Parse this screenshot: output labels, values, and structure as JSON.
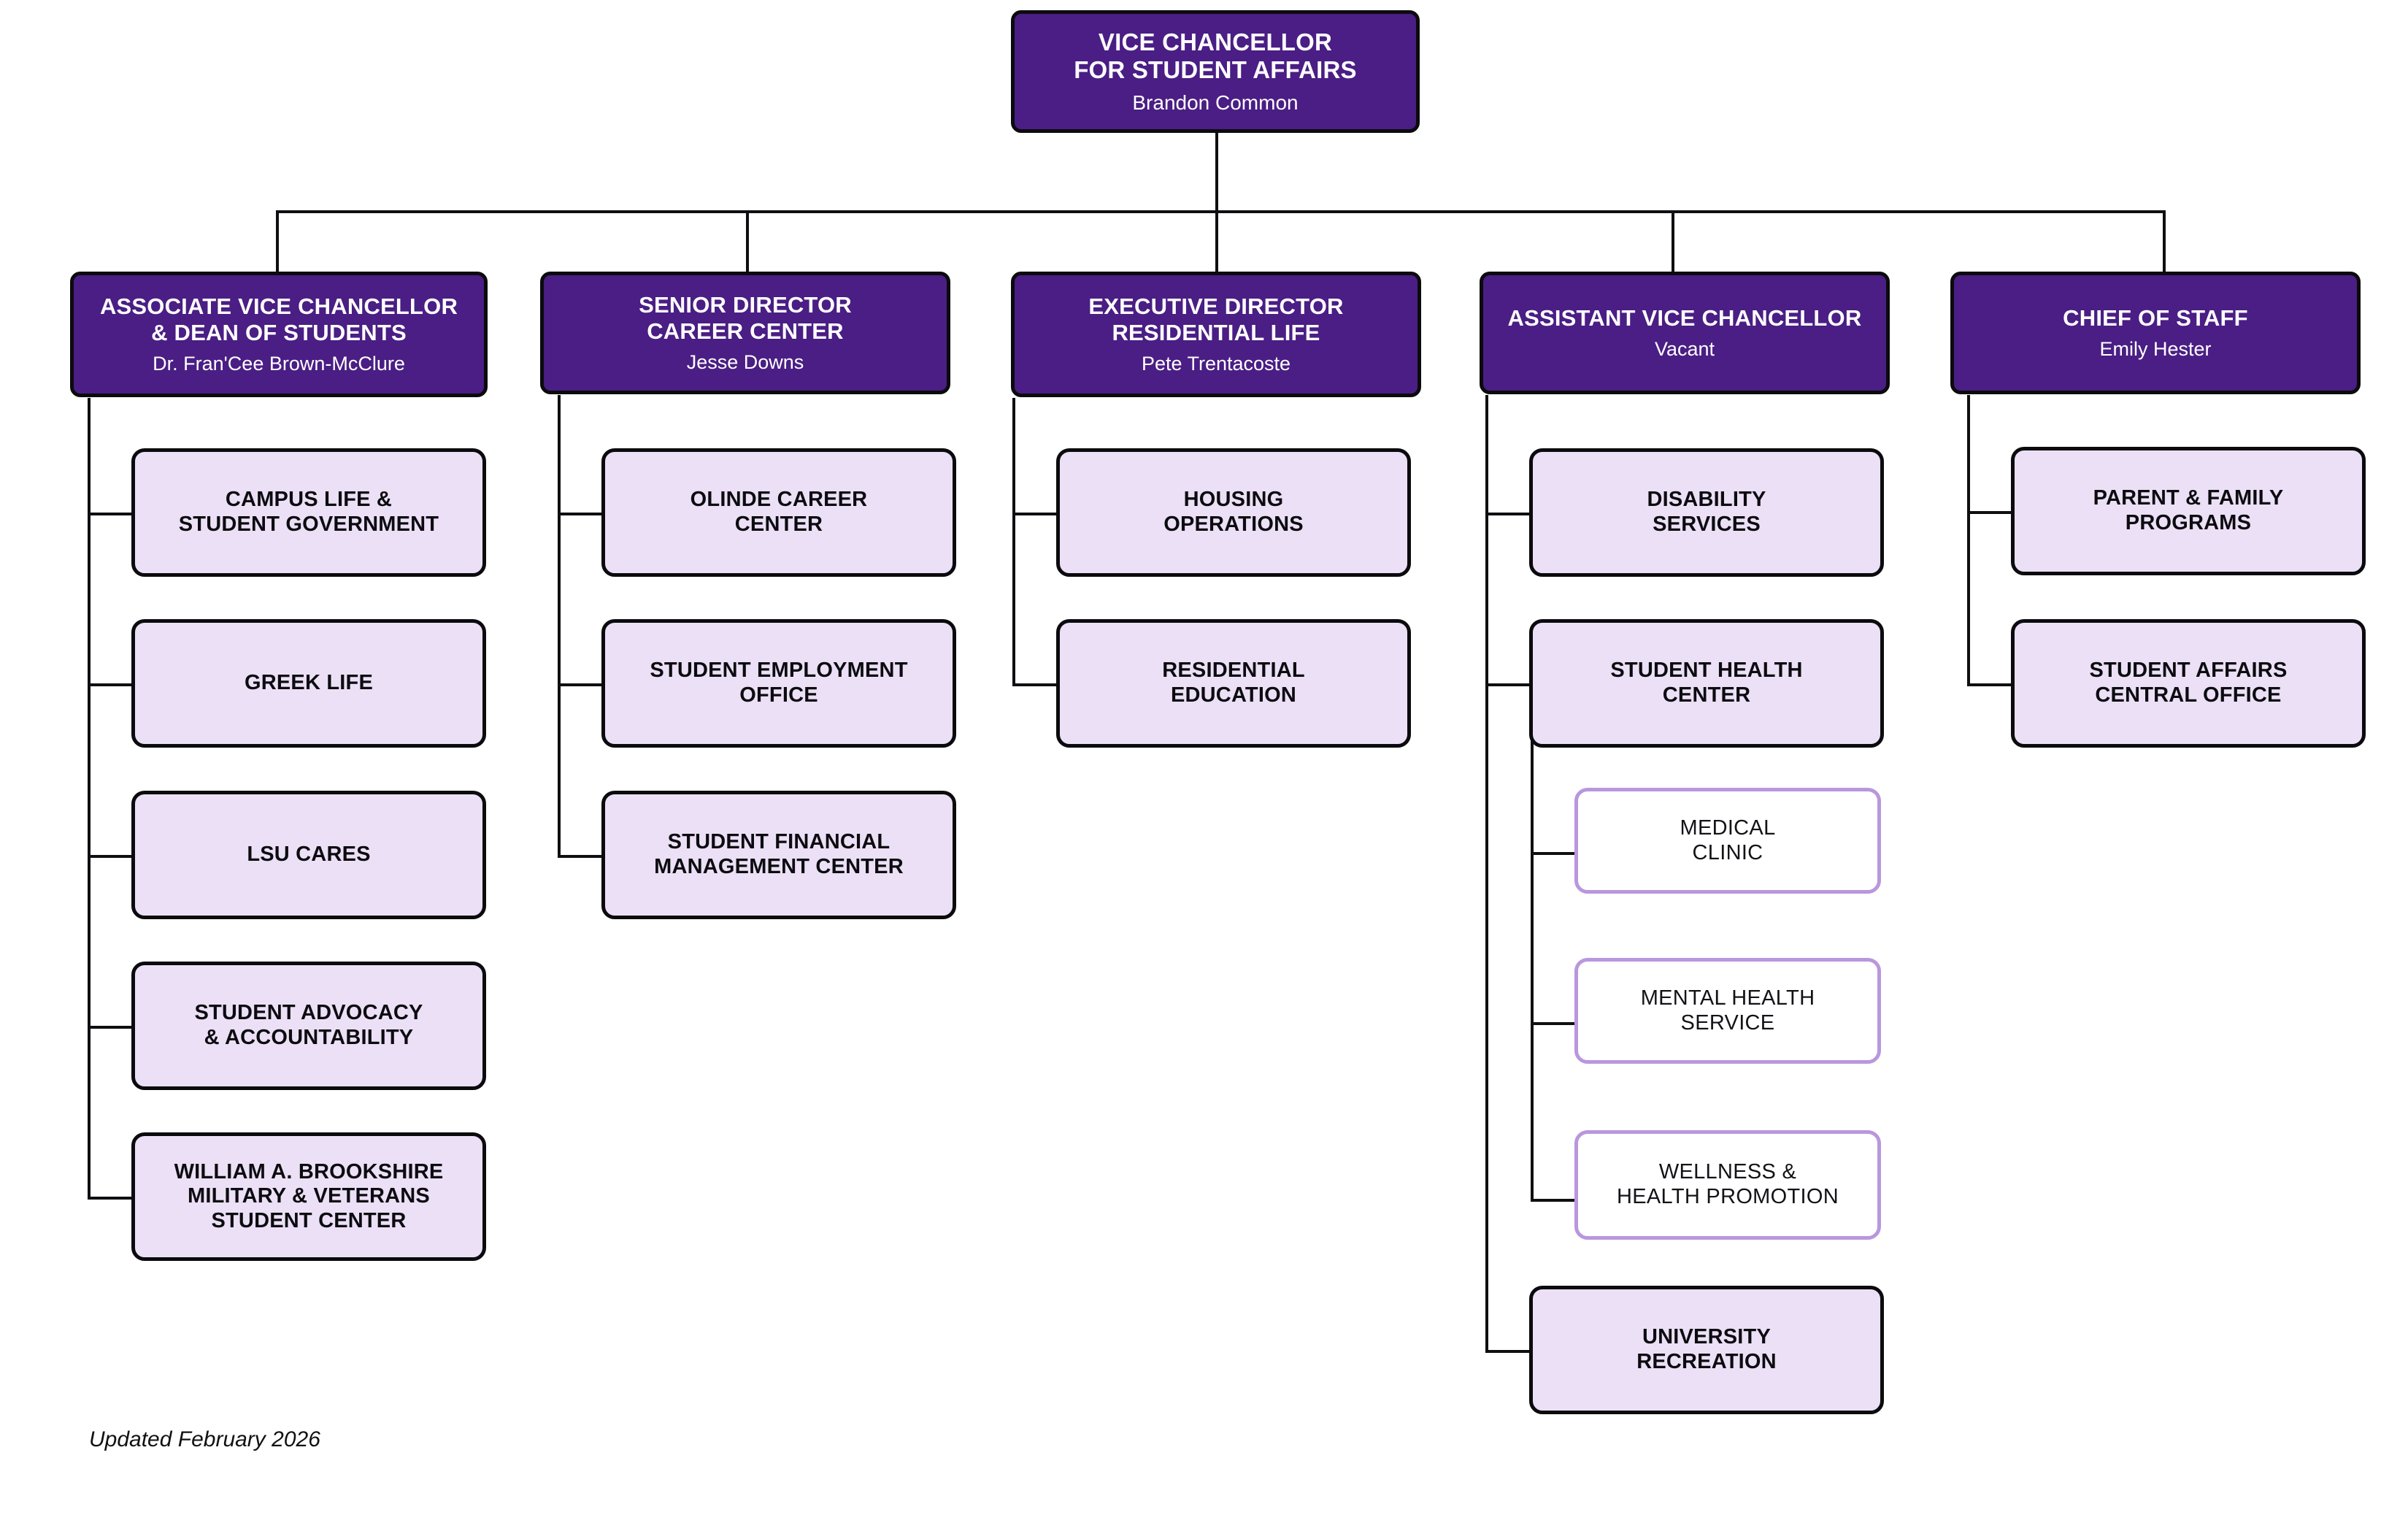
{
  "document": {
    "kind": "organizational-chart",
    "footer_note": "Updated February 2026"
  },
  "colors": {
    "exec_fill": "#4a1e84",
    "exec_text": "#ffffff",
    "unit_fill": "#ece0f6",
    "unit_border": "#0b0b0e",
    "sub_fill": "#ffffff",
    "sub_border": "#b997dd",
    "line": "#0f0f12",
    "page_background": "#ffffff"
  },
  "root": {
    "title": "VICE CHANCELLOR\nFOR STUDENT AFFAIRS",
    "title_line1": "VICE CHANCELLOR",
    "title_line2": "FOR STUDENT AFFAIRS",
    "person": "Brandon Common"
  },
  "divisions": [
    {
      "id": "avc-dean-of-students",
      "title_line1": "ASSOCIATE VICE CHANCELLOR",
      "title_line2": "& DEAN OF STUDENTS",
      "person": "Dr. Fran'Cee Brown-McClure",
      "units": [
        {
          "id": "campus-life-student-government",
          "line1": "CAMPUS LIFE &",
          "line2": "STUDENT GOVERNMENT"
        },
        {
          "id": "greek-life",
          "line1": "GREEK LIFE",
          "line2": ""
        },
        {
          "id": "lsu-cares",
          "line1": "LSU CARES",
          "line2": ""
        },
        {
          "id": "student-advocacy-accountability",
          "line1": "STUDENT ADVOCACY",
          "line2": "& ACCOUNTABILITY"
        },
        {
          "id": "brookshire-military-veterans-student-center",
          "line1": "WILLIAM A. BROOKSHIRE",
          "line2": "MILITARY & VETERANS",
          "line3": "STUDENT CENTER"
        }
      ]
    },
    {
      "id": "senior-director-career-center",
      "title_line1": "SENIOR DIRECTOR",
      "title_line2": "CAREER CENTER",
      "person": "Jesse Downs",
      "units": [
        {
          "id": "olinde-career-center",
          "line1": "OLINDE CAREER",
          "line2": "CENTER"
        },
        {
          "id": "student-employment-office",
          "line1": "STUDENT EMPLOYMENT",
          "line2": "OFFICE"
        },
        {
          "id": "student-financial-management-center",
          "line1": "STUDENT FINANCIAL",
          "line2": "MANAGEMENT CENTER"
        }
      ]
    },
    {
      "id": "executive-director-residential-life",
      "title_line1": "EXECUTIVE DIRECTOR",
      "title_line2": "RESIDENTIAL LIFE",
      "person": "Pete Trentacoste",
      "units": [
        {
          "id": "housing-operations",
          "line1": "HOUSING",
          "line2": "OPERATIONS"
        },
        {
          "id": "residential-education",
          "line1": "RESIDENTIAL",
          "line2": "EDUCATION"
        }
      ]
    },
    {
      "id": "assistant-vice-chancellor",
      "title_line1": "ASSISTANT VICE CHANCELLOR",
      "title_line2": "",
      "person": "Vacant",
      "units": [
        {
          "id": "disability-services",
          "line1": "DISABILITY",
          "line2": "SERVICES"
        },
        {
          "id": "student-health-center",
          "line1": "STUDENT HEALTH",
          "line2": "CENTER",
          "subunits": [
            {
              "id": "medical-clinic",
              "line1": "MEDICAL",
              "line2": "CLINIC"
            },
            {
              "id": "mental-health-service",
              "line1": "MENTAL HEALTH",
              "line2": "SERVICE"
            },
            {
              "id": "wellness-health-promotion",
              "line1": "WELLNESS &",
              "line2": "HEALTH PROMOTION"
            }
          ]
        },
        {
          "id": "university-recreation",
          "line1": "UNIVERSITY",
          "line2": "RECREATION"
        }
      ]
    },
    {
      "id": "chief-of-staff",
      "title_line1": "CHIEF OF STAFF",
      "title_line2": "",
      "person": "Emily Hester",
      "units": [
        {
          "id": "parent-family-programs",
          "line1": "PARENT & FAMILY",
          "line2": "PROGRAMS"
        },
        {
          "id": "student-affairs-central-office",
          "line1": "STUDENT AFFAIRS",
          "line2": "CENTRAL OFFICE"
        }
      ]
    }
  ]
}
